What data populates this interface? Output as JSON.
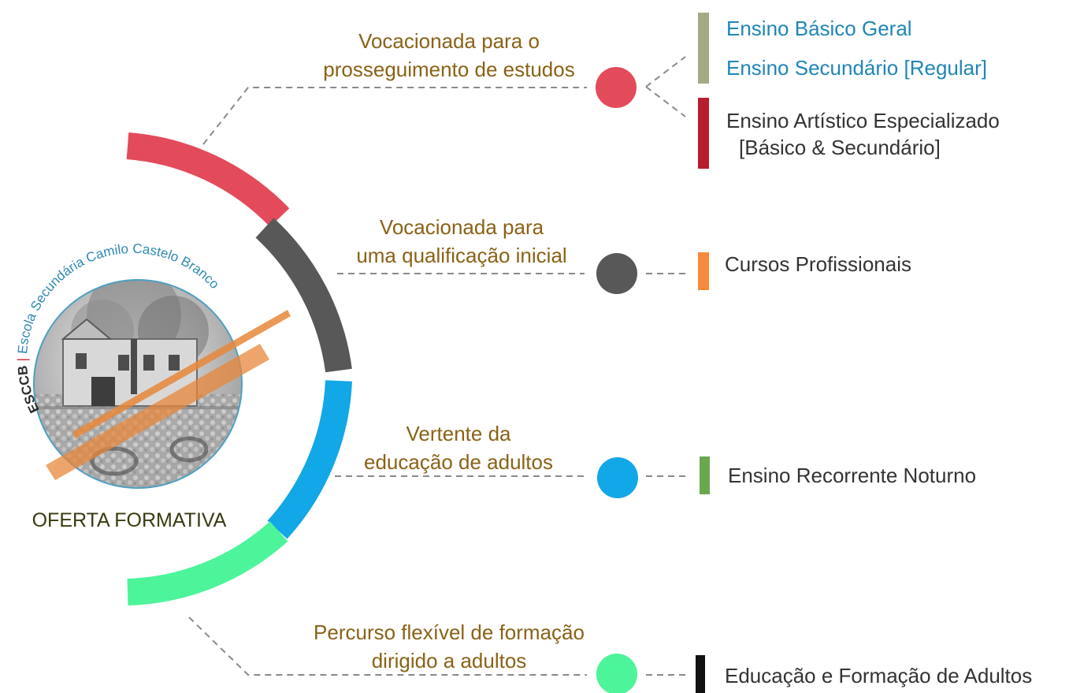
{
  "colors": {
    "red": "#e34a5a",
    "gray": "#585858",
    "blue": "#12a7e6",
    "green": "#4cf49a",
    "category_text": "#8a6216",
    "item_blue": "#1f86b8",
    "item_dark": "#333333",
    "logo_title": "#3a3a10",
    "bar_olive": "#a3ab84",
    "bar_crimson": "#b81d2e",
    "bar_orange": "#f58a3a",
    "bar_green": "#6aa84f",
    "bar_black": "#111111",
    "stripe_orange": "#e8873a"
  },
  "logo": {
    "ring_text": "Escola Secundária Camilo Castelo Branco",
    "abbr": "ESCCB",
    "separator": "|",
    "title": "OFERTA FORMATIVA"
  },
  "categories": [
    {
      "id": "prosseguimento",
      "label_lines": [
        "Vocacionada para o",
        "prosseguimento de estudos"
      ],
      "color_key": "red",
      "items": [
        {
          "lines": [
            "Ensino Básico Geral"
          ],
          "color_key": "item_blue",
          "bar_key": "bar_olive"
        },
        {
          "lines": [
            "Ensino Secundário [Regular]"
          ],
          "color_key": "item_blue",
          "bar_key": "bar_olive"
        },
        {
          "lines": [
            "Ensino Artístico Especializado",
            "[Básico & Secundário]"
          ],
          "color_key": "item_dark",
          "bar_key": "bar_crimson"
        }
      ]
    },
    {
      "id": "qualificacao",
      "label_lines": [
        "Vocacionada para",
        "uma qualificação inicial"
      ],
      "color_key": "gray",
      "items": [
        {
          "lines": [
            "Cursos Profissionais"
          ],
          "color_key": "item_dark",
          "bar_key": "bar_orange"
        }
      ]
    },
    {
      "id": "adultos",
      "label_lines": [
        "Vertente da",
        "educação de adultos"
      ],
      "color_key": "blue",
      "items": [
        {
          "lines": [
            "Ensino Recorrente Noturno"
          ],
          "color_key": "item_dark",
          "bar_key": "bar_green"
        }
      ]
    },
    {
      "id": "flexivel",
      "label_lines": [
        "Percurso flexível de formação",
        "dirigido a adultos"
      ],
      "color_key": "green",
      "items": [
        {
          "lines": [
            "Educação e Formação de Adultos"
          ],
          "color_key": "item_dark",
          "bar_key": "bar_black"
        }
      ]
    }
  ]
}
